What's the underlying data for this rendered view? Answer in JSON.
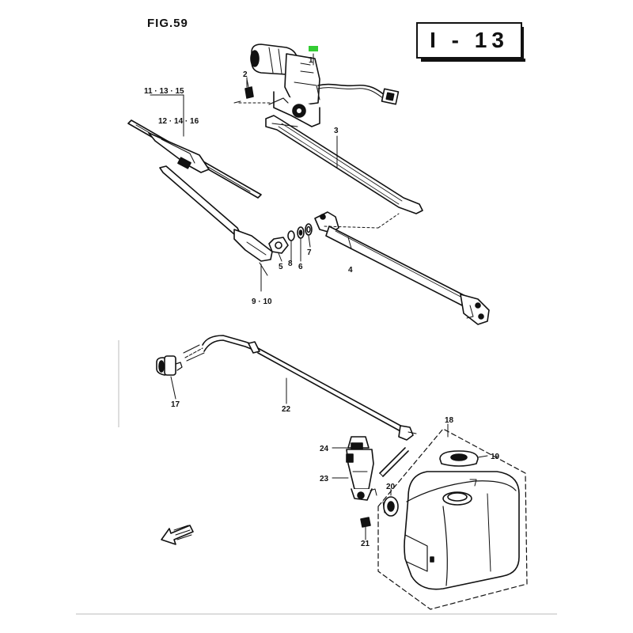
{
  "figure": {
    "fig_label": "FIG.59",
    "page_code": "I - 13"
  },
  "callouts": {
    "c1": "1",
    "c2": "2",
    "c3": "3",
    "c4": "4",
    "c5": "5",
    "c6": "6",
    "c7": "7",
    "c8": "8",
    "c9_10": "9 · 10",
    "c11_13_15": "11 · 13 · 15",
    "c12_14_16": "12 · 14 · 16",
    "c17": "17",
    "c18": "18",
    "c19": "19",
    "c20": "20",
    "c21": "21",
    "c22": "22",
    "c23": "23",
    "c24": "24"
  },
  "colors": {
    "ink": "#111111",
    "highlight": "#33cc33"
  }
}
